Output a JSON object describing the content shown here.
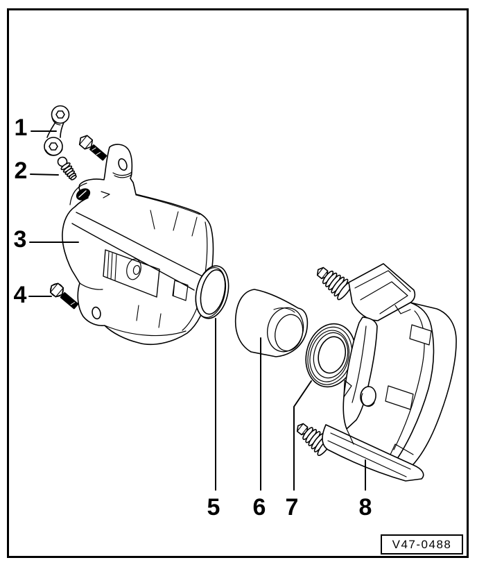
{
  "figure": {
    "reference": "V47-0488",
    "line_color": "#000000",
    "background_color": "#ffffff"
  },
  "callouts": [
    {
      "number": "1"
    },
    {
      "number": "2"
    },
    {
      "number": "3"
    },
    {
      "number": "4"
    },
    {
      "number": "5"
    },
    {
      "number": "6"
    },
    {
      "number": "7"
    },
    {
      "number": "8"
    }
  ]
}
